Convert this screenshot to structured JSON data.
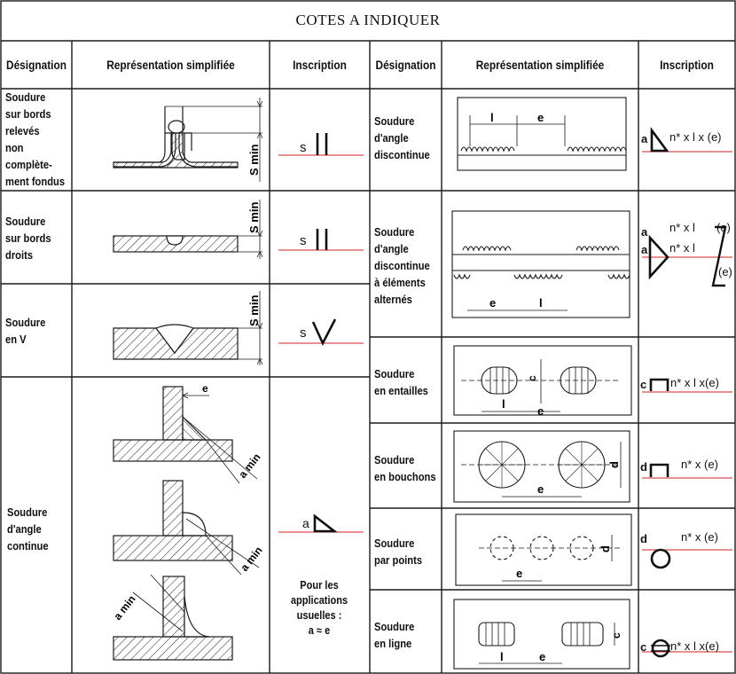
{
  "title": "COTES A INDIQUER",
  "headers": {
    "designation": "Désignation",
    "representation": "Représentation simplifiée",
    "inscription": "Inscription"
  },
  "left_rows": [
    {
      "designation": [
        "Soudure",
        "sur bords",
        "relevés",
        "non",
        "complète-",
        "ment fondus"
      ],
      "inscription": "s",
      "dim": "S min"
    },
    {
      "designation": [
        "Soudure",
        "sur bords",
        "droits"
      ],
      "inscription": "s",
      "dim": "S min"
    },
    {
      "designation": [
        "Soudure",
        "en V"
      ],
      "inscription": "s",
      "dim": "S min"
    },
    {
      "designation": [
        "Soudure",
        "d'angle",
        "continue"
      ],
      "inscription": "a",
      "dim_e": "e",
      "dim_a": "a min",
      "note": [
        "Pour les",
        "applications",
        "usuelles :",
        "a ≈ e"
      ]
    }
  ],
  "right_rows": [
    {
      "designation": [
        "Soudure",
        "d'angle",
        "discontinue"
      ],
      "prefix": "a",
      "formula": "n* x l x (e)",
      "dim_l": "l",
      "dim_e": "e"
    },
    {
      "designation": [
        "Soudure",
        "d'angle",
        "discontinue",
        "à éléments",
        "alternés"
      ],
      "prefix": "a",
      "formula_top": "n* x l",
      "formula_bottom": "n* x l",
      "suffix": "(e)",
      "dim_l": "l",
      "dim_e": "e"
    },
    {
      "designation": [
        "Soudure",
        "en entailles"
      ],
      "prefix": "c",
      "formula": "n* x l x(e)",
      "dim_l": "l",
      "dim_e": "e",
      "dim_c": "c"
    },
    {
      "designation": [
        "Soudure",
        "en bouchons"
      ],
      "prefix": "d",
      "formula": "n* x (e)",
      "dim_e": "e",
      "dim_d": "d"
    },
    {
      "designation": [
        "Soudure",
        "par points"
      ],
      "prefix": "d",
      "formula": "n* x (e)",
      "dim_e": "e",
      "dim_d": "d"
    },
    {
      "designation": [
        "Soudure",
        "en ligne"
      ],
      "prefix": "c",
      "formula": "n* x l x(e)",
      "dim_l": "l",
      "dim_e": "e",
      "dim_c": "c"
    }
  ],
  "colors": {
    "line": "#1a1a1a",
    "accent_red": "#d42020",
    "hatch": "#222222"
  }
}
